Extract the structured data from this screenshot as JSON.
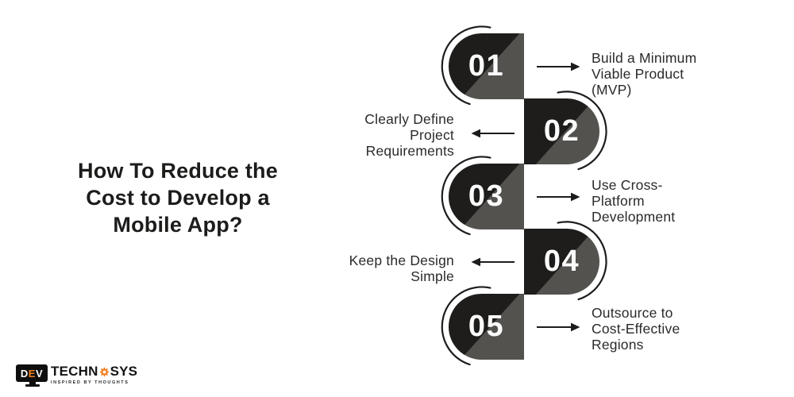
{
  "title": {
    "lines": [
      "How To Reduce the",
      "Cost to Develop a",
      "Mobile App?"
    ],
    "text": "How To Reduce the Cost to Develop a Mobile App?"
  },
  "steps": [
    {
      "number": "01",
      "label": "Build a Minimum Viable Product (MVP)",
      "label_lines": [
        "Build a Minimum",
        "Viable Product",
        "(MVP)"
      ],
      "badge_side": "left",
      "arrow": "right"
    },
    {
      "number": "02",
      "label": "Clearly Define Project Requirements",
      "label_lines": [
        "Clearly Define",
        "Project",
        "Requirements"
      ],
      "badge_side": "right",
      "arrow": "left"
    },
    {
      "number": "03",
      "label": "Use Cross-Platform Development",
      "label_lines": [
        "Use Cross-",
        "Platform",
        "Development"
      ],
      "badge_side": "left",
      "arrow": "right"
    },
    {
      "number": "04",
      "label": "Keep the Design Simple",
      "label_lines": [
        "Keep the Design",
        "Simple"
      ],
      "badge_side": "right",
      "arrow": "left"
    },
    {
      "number": "05",
      "label": "Outsource to Cost-Effective Regions",
      "label_lines": [
        "Outsource to",
        "Cost-Effective",
        "Regions"
      ],
      "badge_side": "left",
      "arrow": "right"
    }
  ],
  "logo": {
    "dev_letters": [
      "D",
      "E",
      "V"
    ],
    "brand_left": "TECHN",
    "brand_right": "SYS",
    "gear_icon": "gear-icon",
    "tagline": "INSPIRED BY THOUGHTS"
  },
  "colors": {
    "step_dark": "#1e1d1b",
    "step_gray": "#53524f",
    "text_dark": "#2b2a29",
    "accent_orange": "#f08021",
    "background": "#ffffff"
  }
}
